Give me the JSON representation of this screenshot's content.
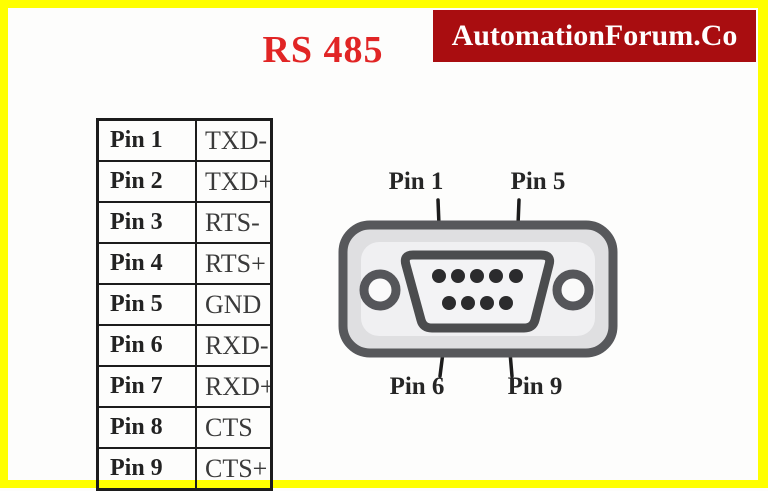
{
  "header": {
    "title": "RS 485",
    "brand": "AutomationForum.Co"
  },
  "colors": {
    "page_border": "#ffff00",
    "title_red": "#e12525",
    "banner_bg": "#a90d10",
    "banner_text": "#ffffff",
    "connector_metal": "#e2e2e3",
    "connector_outline": "#57585b",
    "pin_dot": "#2b2b2d"
  },
  "pin_table": {
    "rows": [
      {
        "pin": "Pin 1",
        "signal": "TXD-"
      },
      {
        "pin": "Pin 2",
        "signal": "TXD+"
      },
      {
        "pin": "Pin 3",
        "signal": "RTS-"
      },
      {
        "pin": "Pin 4",
        "signal": "RTS+"
      },
      {
        "pin": "Pin 5",
        "signal": "GND"
      },
      {
        "pin": "Pin 6",
        "signal": "RXD-"
      },
      {
        "pin": "Pin 7",
        "signal": "RXD+"
      },
      {
        "pin": "Pin 8",
        "signal": "CTS"
      },
      {
        "pin": "Pin 9",
        "signal": "CTS+"
      }
    ]
  },
  "connector": {
    "kind": "db9-connector",
    "top_pin_count": 5,
    "bottom_pin_count": 4,
    "labels": {
      "top_left": "Pin 1",
      "top_right": "Pin 5",
      "bottom_left": "Pin 6",
      "bottom_right": "Pin 9"
    }
  }
}
